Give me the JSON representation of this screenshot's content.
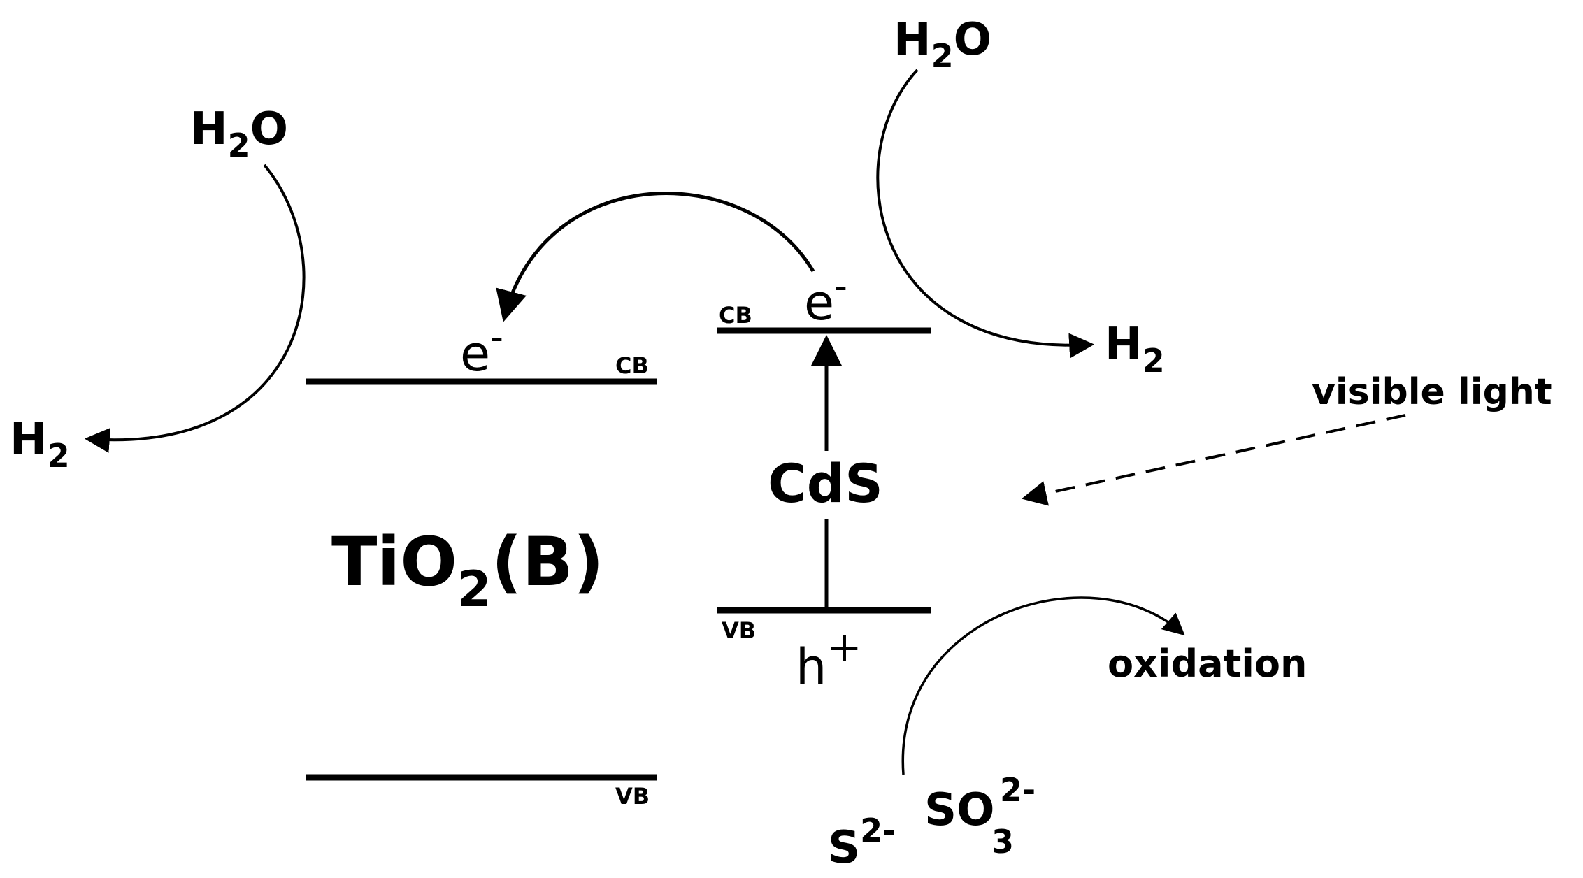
{
  "tio2": {
    "label_main": "TiO",
    "label_sub": "2",
    "label_suffix": "(B)",
    "cb_label": "CB",
    "vb_label": "VB",
    "electron": "e",
    "electron_charge": "-"
  },
  "cds": {
    "label": "CdS",
    "cb_label": "CB",
    "vb_label": "VB",
    "electron": "e",
    "electron_charge": "-",
    "hole": "h",
    "hole_charge": "+"
  },
  "left_reaction": {
    "reactant_main": "H",
    "reactant_sub": "2",
    "reactant_suffix": "O",
    "product_main": "H",
    "product_sub": "2"
  },
  "right_reaction": {
    "reactant_main": "H",
    "reactant_sub": "2",
    "reactant_suffix": "O",
    "product_main": "H",
    "product_sub": "2"
  },
  "oxidation": {
    "sulfide_main": "S",
    "sulfide_sup": "2-",
    "sulfite_main": "SO",
    "sulfite_sub": "3",
    "sulfite_sup": "2-",
    "product": "oxidation"
  },
  "light": {
    "label": "visible light"
  }
}
